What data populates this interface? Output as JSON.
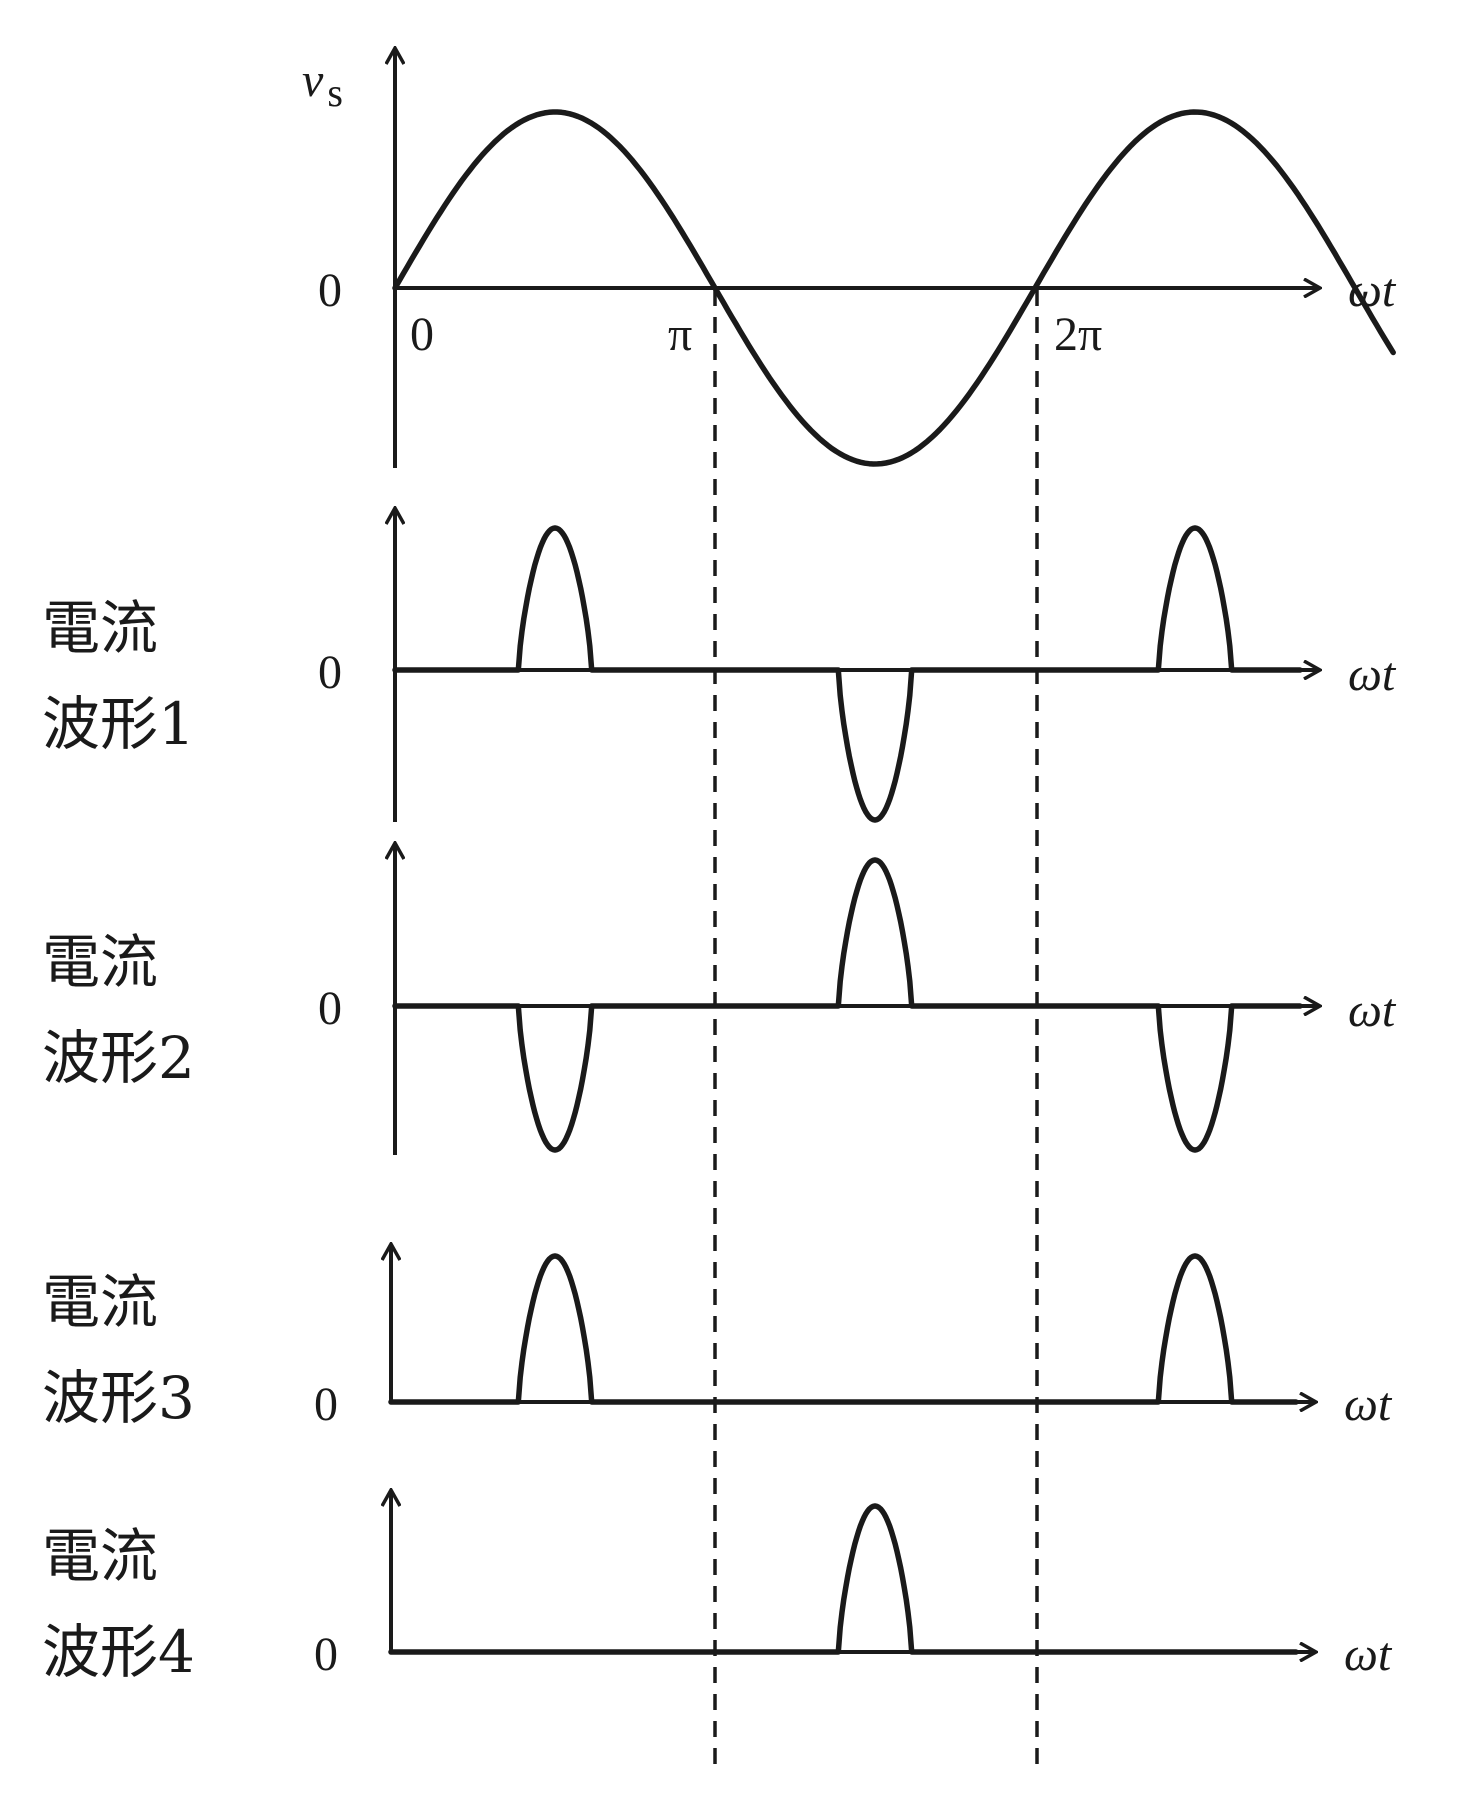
{
  "voltage_plot": {
    "y_label_main": "v",
    "y_label_sub": "s",
    "x_label": "ωt",
    "origin_y_label": "0",
    "origin_x_label": "0",
    "tick_pi": "π",
    "tick_2pi": "2π"
  },
  "current_plots": [
    {
      "label_line1": "電流",
      "label_line2": "波形1",
      "zero_label": "0",
      "x_label": "ωt"
    },
    {
      "label_line1": "電流",
      "label_line2": "波形2",
      "zero_label": "0",
      "x_label": "ωt"
    },
    {
      "label_line1": "電流",
      "label_line2": "波形3",
      "zero_label": "0",
      "x_label": "ωt"
    },
    {
      "label_line1": "電流",
      "label_line2": "波形4",
      "zero_label": "0",
      "x_label": "ωt"
    }
  ],
  "waveforms": {
    "voltage": {
      "kind": "sine",
      "phase_range": [
        0,
        9.8
      ]
    },
    "pulse_half_width_rad": 0.36,
    "current_1": [
      {
        "center": 1.5708,
        "sign": 1
      },
      {
        "center": 4.7124,
        "sign": -1
      },
      {
        "center": 7.854,
        "sign": 1
      }
    ],
    "current_2": [
      {
        "center": 1.5708,
        "sign": -1
      },
      {
        "center": 4.7124,
        "sign": 1
      },
      {
        "center": 7.854,
        "sign": -1
      }
    ],
    "current_3": [
      {
        "center": 1.5708,
        "sign": 1
      },
      {
        "center": 7.854,
        "sign": 1
      }
    ],
    "current_4": [
      {
        "center": 4.7124,
        "sign": 1
      }
    ]
  }
}
